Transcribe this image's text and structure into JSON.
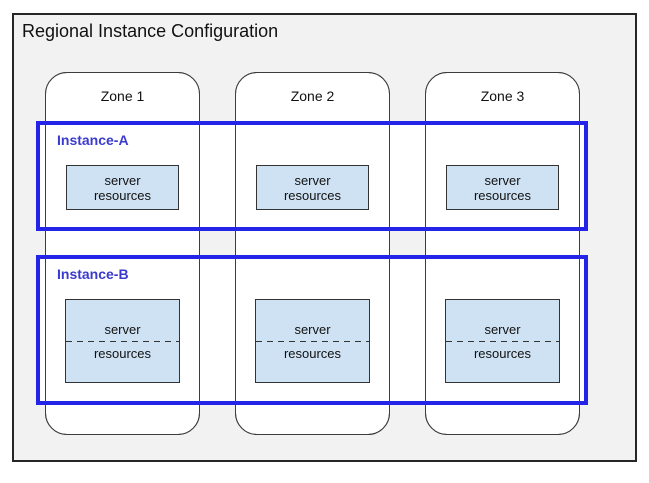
{
  "title": "Regional Instance Configuration",
  "zones": [
    {
      "label": "Zone 1"
    },
    {
      "label": "Zone 2"
    },
    {
      "label": "Zone 3"
    }
  ],
  "instances": [
    {
      "label": "Instance-A",
      "divider_style": "none",
      "boxes": [
        {
          "line1": "server",
          "line2": "resources"
        },
        {
          "line1": "server",
          "line2": "resources"
        },
        {
          "line1": "server",
          "line2": "resources"
        }
      ]
    },
    {
      "label": "Instance-B",
      "divider_style": "dashed",
      "boxes": [
        {
          "line1": "server",
          "line2": "resources"
        },
        {
          "line1": "server",
          "line2": "resources"
        },
        {
          "line1": "server",
          "line2": "resources"
        }
      ]
    }
  ],
  "colors": {
    "region_background": "#f2f2f2",
    "region_border": "#262626",
    "zone_fill": "#ffffff",
    "zone_border": "#3d3d3d",
    "instance_border": "#2424e8",
    "instance_label_text": "#3a3ace",
    "server_box_fill": "#cfe2f3",
    "server_box_border": "#333333",
    "text": "#111111"
  }
}
